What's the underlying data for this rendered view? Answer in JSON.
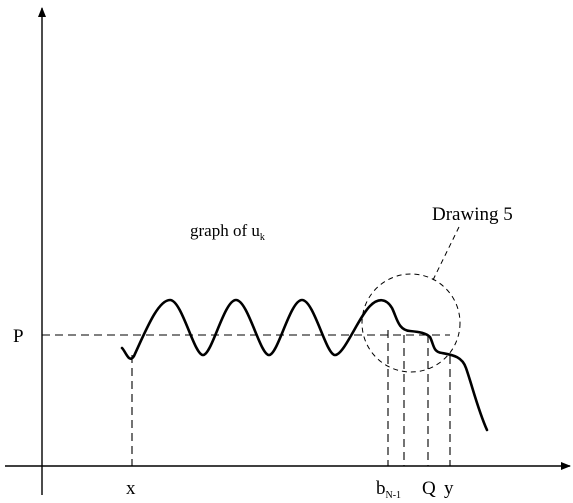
{
  "labels": {
    "graph": "graph of u",
    "graph_subscript": "k",
    "callout": "Drawing 5",
    "p": "P",
    "x": "x",
    "b": "b",
    "b_subscript": "N-1",
    "q": "Q",
    "y": "y"
  },
  "colors": {
    "ink": "#000000",
    "background": "#ffffff"
  }
}
